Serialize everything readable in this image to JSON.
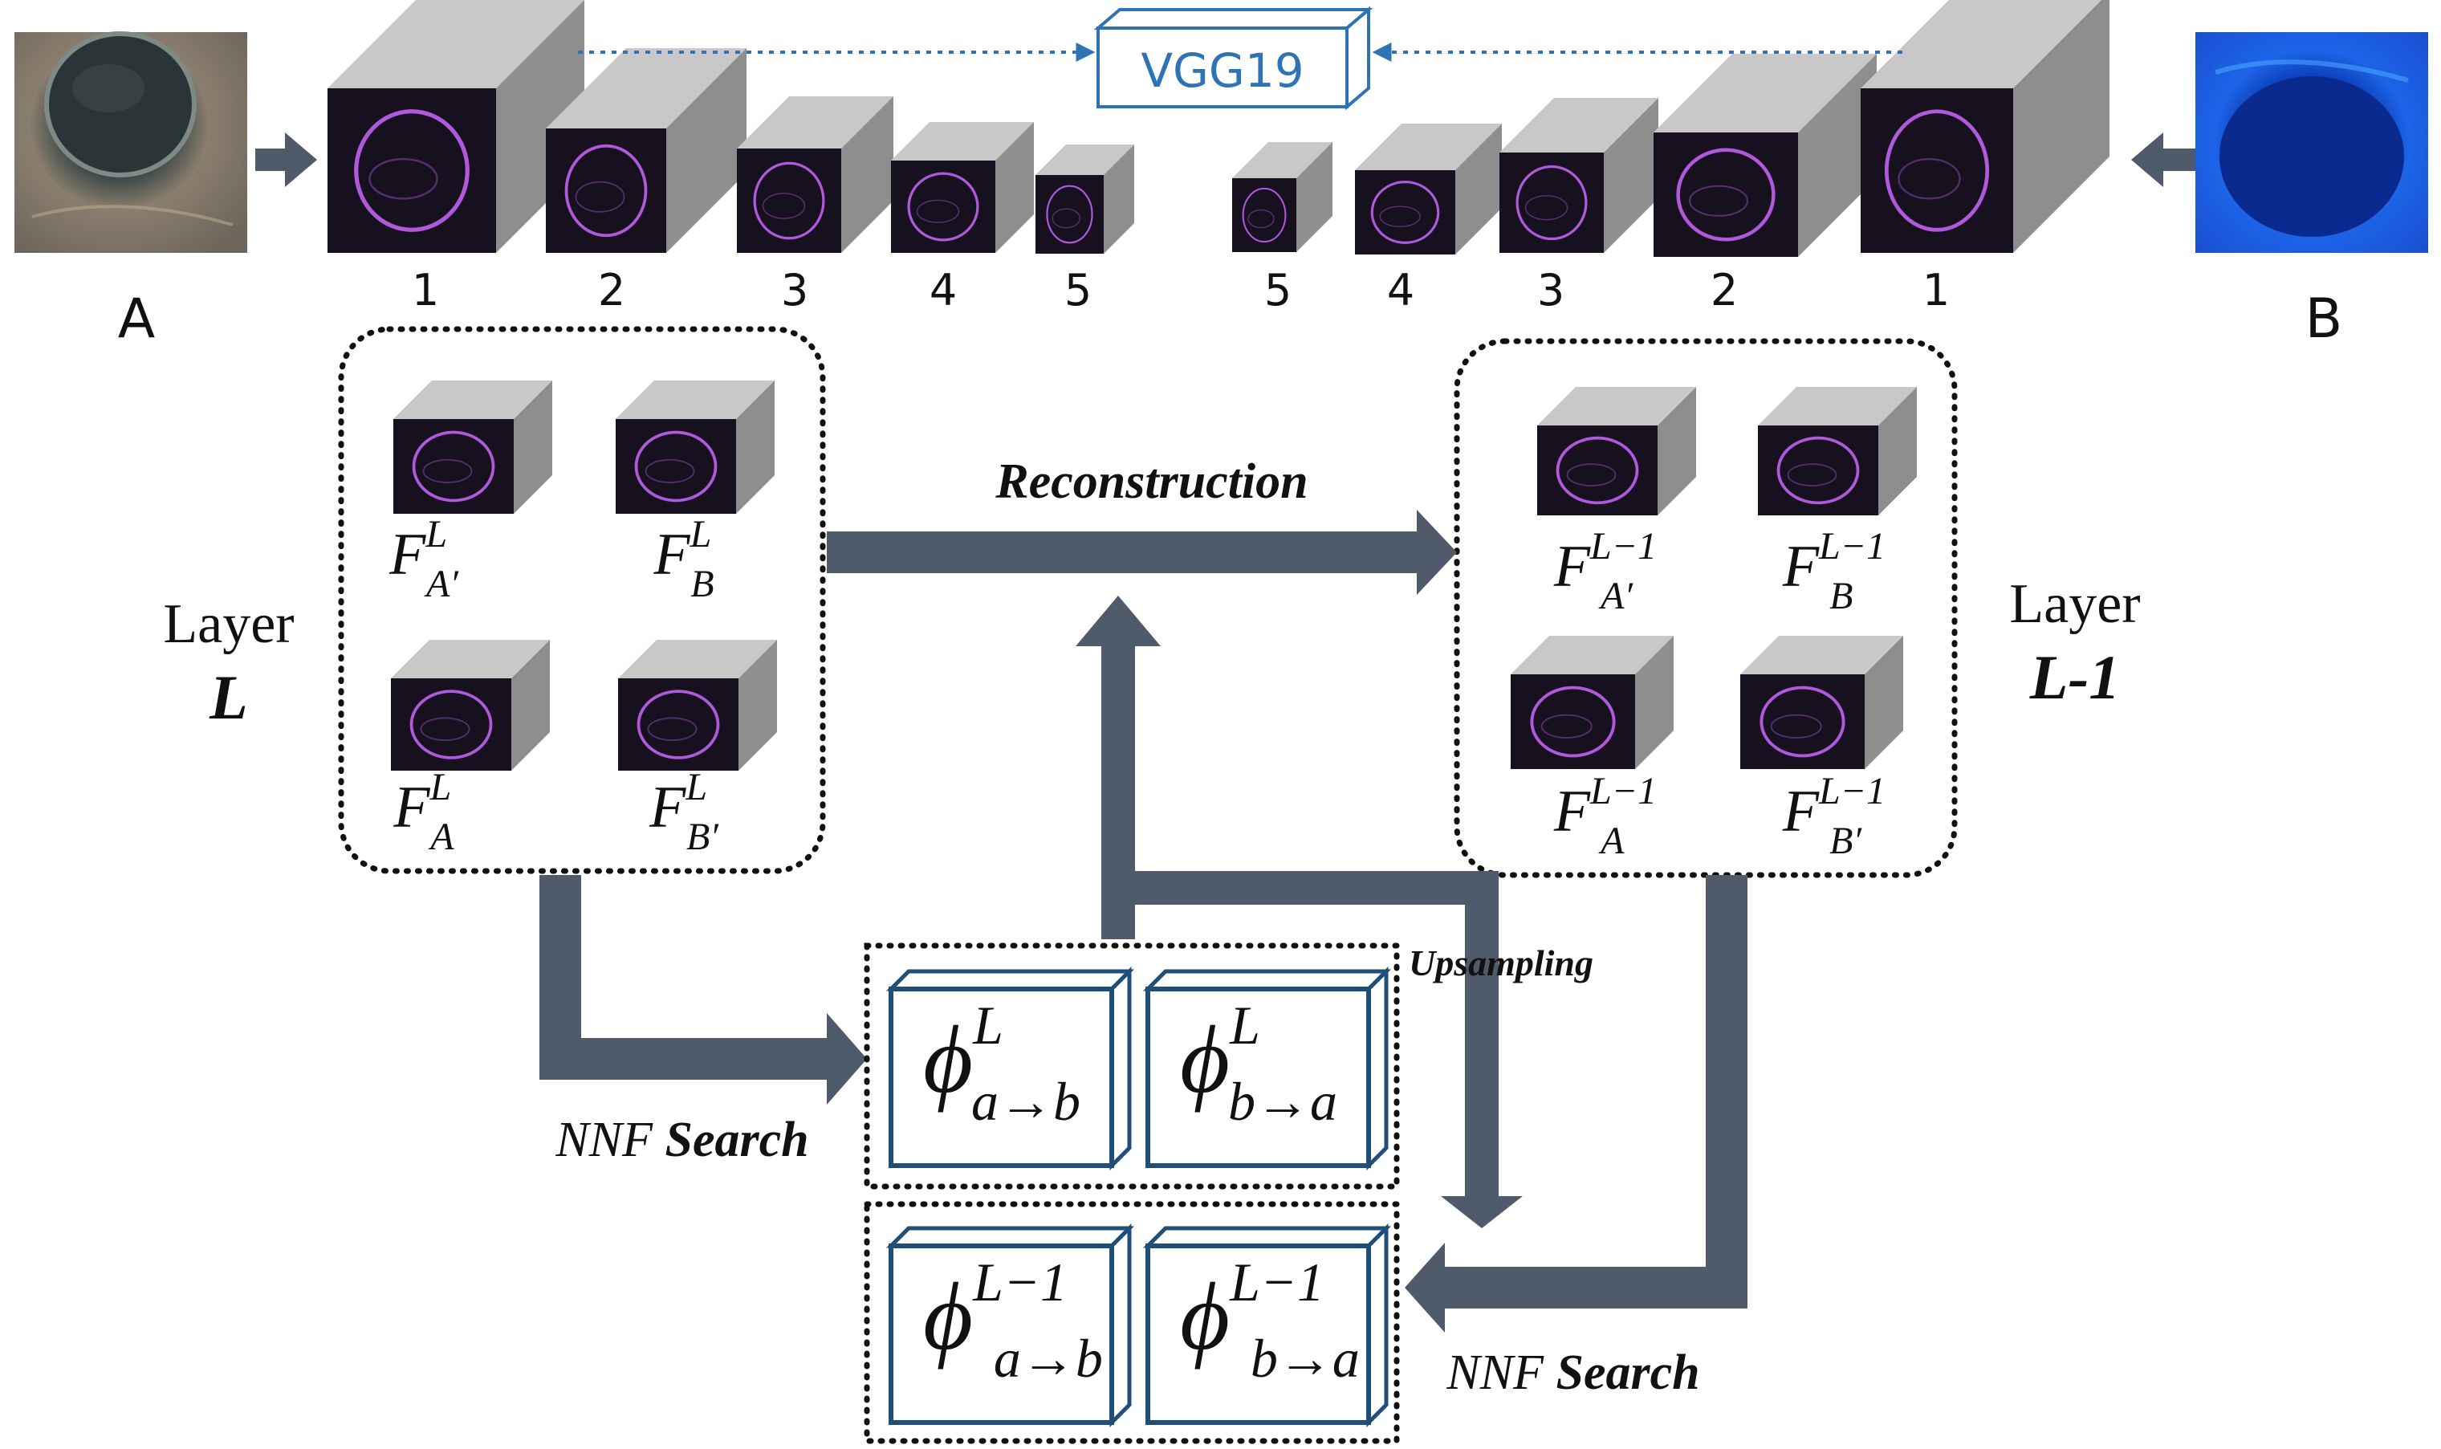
{
  "encoder": {
    "label": "VGG19",
    "accent": "#2e74b5",
    "input_a_label": "A",
    "input_b_label": "B",
    "stage_numbers_a": [
      "1",
      "2",
      "3",
      "4",
      "5"
    ],
    "stage_numbers_b": [
      "5",
      "4",
      "3",
      "2",
      "1"
    ]
  },
  "layer_l": {
    "title_word": "Layer",
    "title_symbol": "L",
    "features": [
      {
        "base": "F",
        "sup": "L",
        "sub": "A′"
      },
      {
        "base": "F",
        "sup": "L",
        "sub": "B"
      },
      {
        "base": "F",
        "sup": "L",
        "sub": "A"
      },
      {
        "base": "F",
        "sup": "L",
        "sub": "B′"
      }
    ]
  },
  "layer_l1": {
    "title_word": "Layer",
    "title_symbol": "L-1",
    "features": [
      {
        "base": "F",
        "sup": "L−1",
        "sub": "A′"
      },
      {
        "base": "F",
        "sup": "L−1",
        "sub": "B"
      },
      {
        "base": "F",
        "sup": "L−1",
        "sub": "A"
      },
      {
        "base": "F",
        "sup": "L−1",
        "sub": "B′"
      }
    ]
  },
  "arrows": {
    "reconstruction": "Reconstruction",
    "upsampling": "Upsampling",
    "nnf_prefix": "NNF",
    "nnf_suffix": "Search"
  },
  "nnf_fields": {
    "top": [
      {
        "base": "ϕ",
        "sup": "L",
        "sub": "a→b"
      },
      {
        "base": "ϕ",
        "sup": "L",
        "sub": "b→a"
      }
    ],
    "bottom": [
      {
        "base": "ϕ",
        "sup": "L−1",
        "sub": "a→b"
      },
      {
        "base": "ϕ",
        "sup": "L−1",
        "sub": "b→a"
      }
    ]
  },
  "colors": {
    "arrow": "#4f5b6a",
    "cube_top": "#c8c8c8",
    "cube_side": "#8e8e8e",
    "feature_dark": "#16101f",
    "feature_glow": "#cc66ff",
    "phi_box": "#1f4e79"
  }
}
